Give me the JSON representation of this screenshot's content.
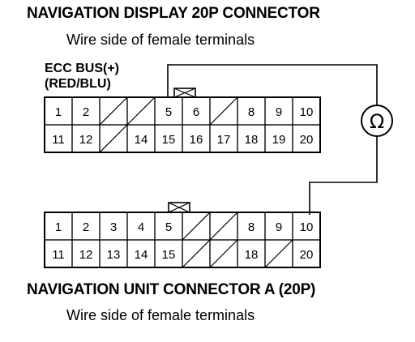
{
  "top_connector": {
    "title": "NAVIGATION DISPLAY 20P CONNECTOR",
    "subtitle": "Wire side of female terminals",
    "wire_label_line1": "ECC BUS(+)",
    "wire_label_line2": "(RED/BLU)",
    "row1": [
      "1",
      "2",
      "",
      "",
      "5",
      "6",
      "",
      "8",
      "9",
      "10"
    ],
    "row2": [
      "11",
      "12",
      "",
      "14",
      "15",
      "16",
      "17",
      "18",
      "19",
      "20"
    ]
  },
  "bottom_connector": {
    "title": "NAVIGATION UNIT CONNECTOR A (20P)",
    "subtitle": "Wire side of female terminals",
    "row1": [
      "1",
      "2",
      "3",
      "4",
      "5",
      "",
      "",
      "8",
      "9",
      "10"
    ],
    "row2": [
      "11",
      "12",
      "13",
      "14",
      "15",
      "",
      "",
      "18",
      "",
      "20"
    ]
  },
  "meter": {
    "symbol": "Ω"
  }
}
